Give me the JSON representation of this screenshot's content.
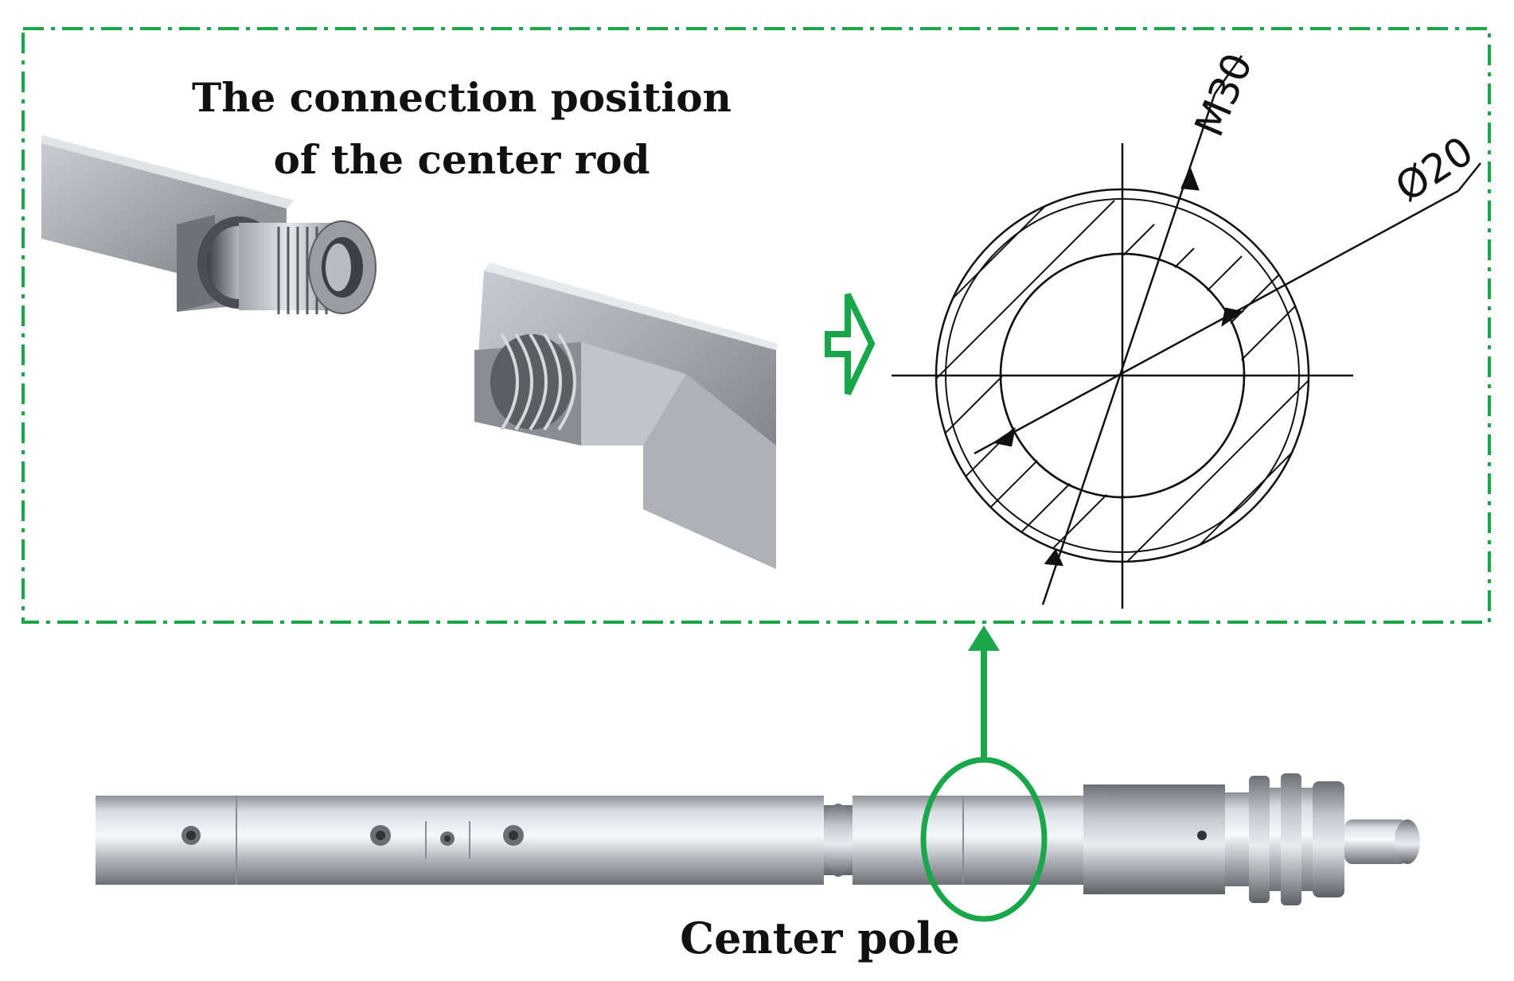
{
  "detail_panel": {
    "title_line1": "The connection position",
    "title_line2": "of the center rod",
    "border_color": "#1aa64b"
  },
  "drawing": {
    "thread_label": "M30",
    "bore_label": "Ø20"
  },
  "main_part": {
    "label": "Center pole"
  },
  "colors": {
    "accent_green": "#1aa64b",
    "steel_light": "#e8ebef",
    "steel_dark": "#7d8186",
    "line": "#111111"
  }
}
